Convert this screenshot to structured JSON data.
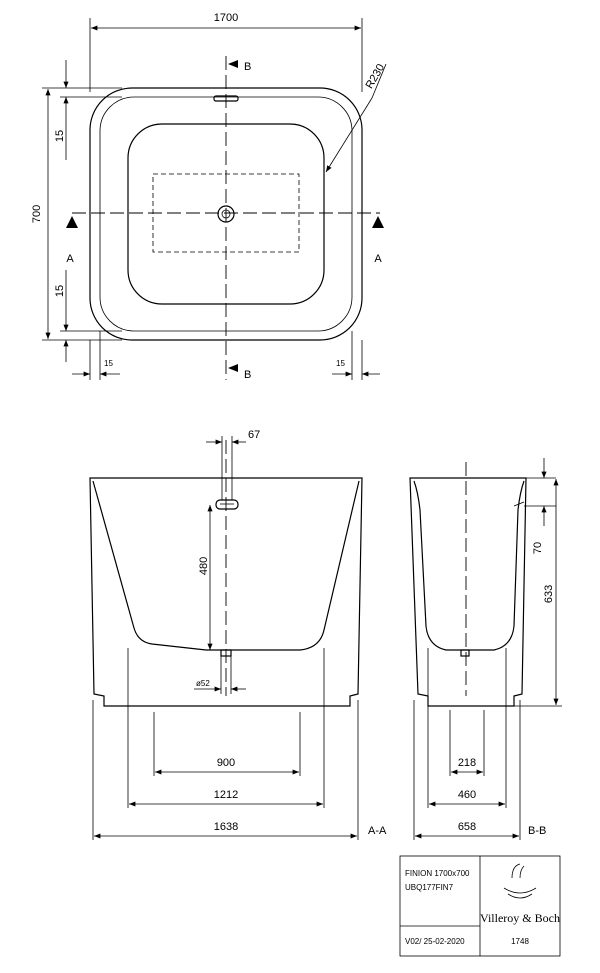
{
  "top_view": {
    "width_label": "1700",
    "depth_label": "700",
    "radius_label": "R230",
    "edge_left_label": "15",
    "edge_left_lower_label": "15",
    "side_left_label": "15",
    "side_right_label": "15",
    "section_a": "A",
    "section_b": "B"
  },
  "section_aa": {
    "overflow_label": "67",
    "height_label": "480",
    "drain_label": "ø52",
    "inner_span_label": "900",
    "foot_span_label": "1212",
    "overall_label": "1638",
    "name": "A-A"
  },
  "section_bb": {
    "rim_label": "70",
    "height_label": "633",
    "inner_span_label": "218",
    "foot_span_label": "460",
    "overall_label": "658",
    "name": "B-B"
  },
  "title_block": {
    "product": "FINION 1700x700",
    "code": "UBQ177FIN7",
    "version": "V02/ 25-02-2020",
    "brand": "Villeroy & Boch",
    "year": "1748"
  }
}
